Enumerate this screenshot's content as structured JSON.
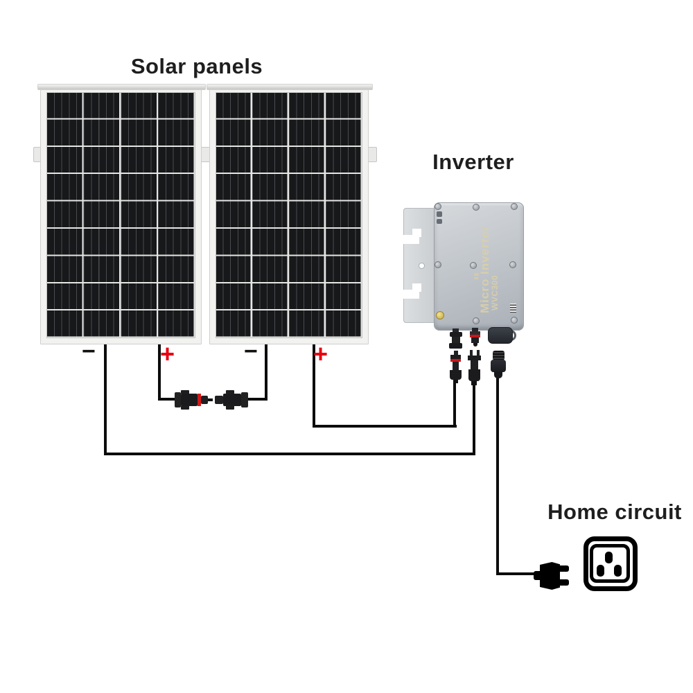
{
  "title": "Solar panels",
  "sections": {
    "inverter_label": "Inverter",
    "home_label": "Home circuit"
  },
  "panels": [
    {
      "id": "panel-1",
      "terminals": {
        "minus": "−",
        "plus": "+"
      }
    },
    {
      "id": "panel-2",
      "terminals": {
        "minus": "−",
        "plus": "+"
      }
    }
  ],
  "inverter_device": {
    "brand_line1": "Micro Inverter",
    "model": "WVC300"
  },
  "connections": [
    "panel-1 plus → MC4 pair → panel-2 minus",
    "panel-2 plus → inverter DC input 1",
    "panel-1 minus → inverter DC input 2",
    "inverter AC output → wall plug → home outlet"
  ],
  "colors": {
    "background": "#ffffff",
    "positive_label": "#e60012",
    "negative_label": "#111111",
    "wire": "#0c0c0c",
    "panel_cell": "#17181a",
    "panel_frame": "#f2f2f0",
    "inverter_body": "#c2c7cc",
    "inverter_plate": "#d0d4d7",
    "inverter_text": "#dbcfa9",
    "connector_red_band": "#d31717"
  },
  "icons": [
    "solar-panel-icon",
    "mc4-connector-icon",
    "micro-inverter-icon",
    "ac-plug-icon",
    "wall-outlet-icon"
  ]
}
